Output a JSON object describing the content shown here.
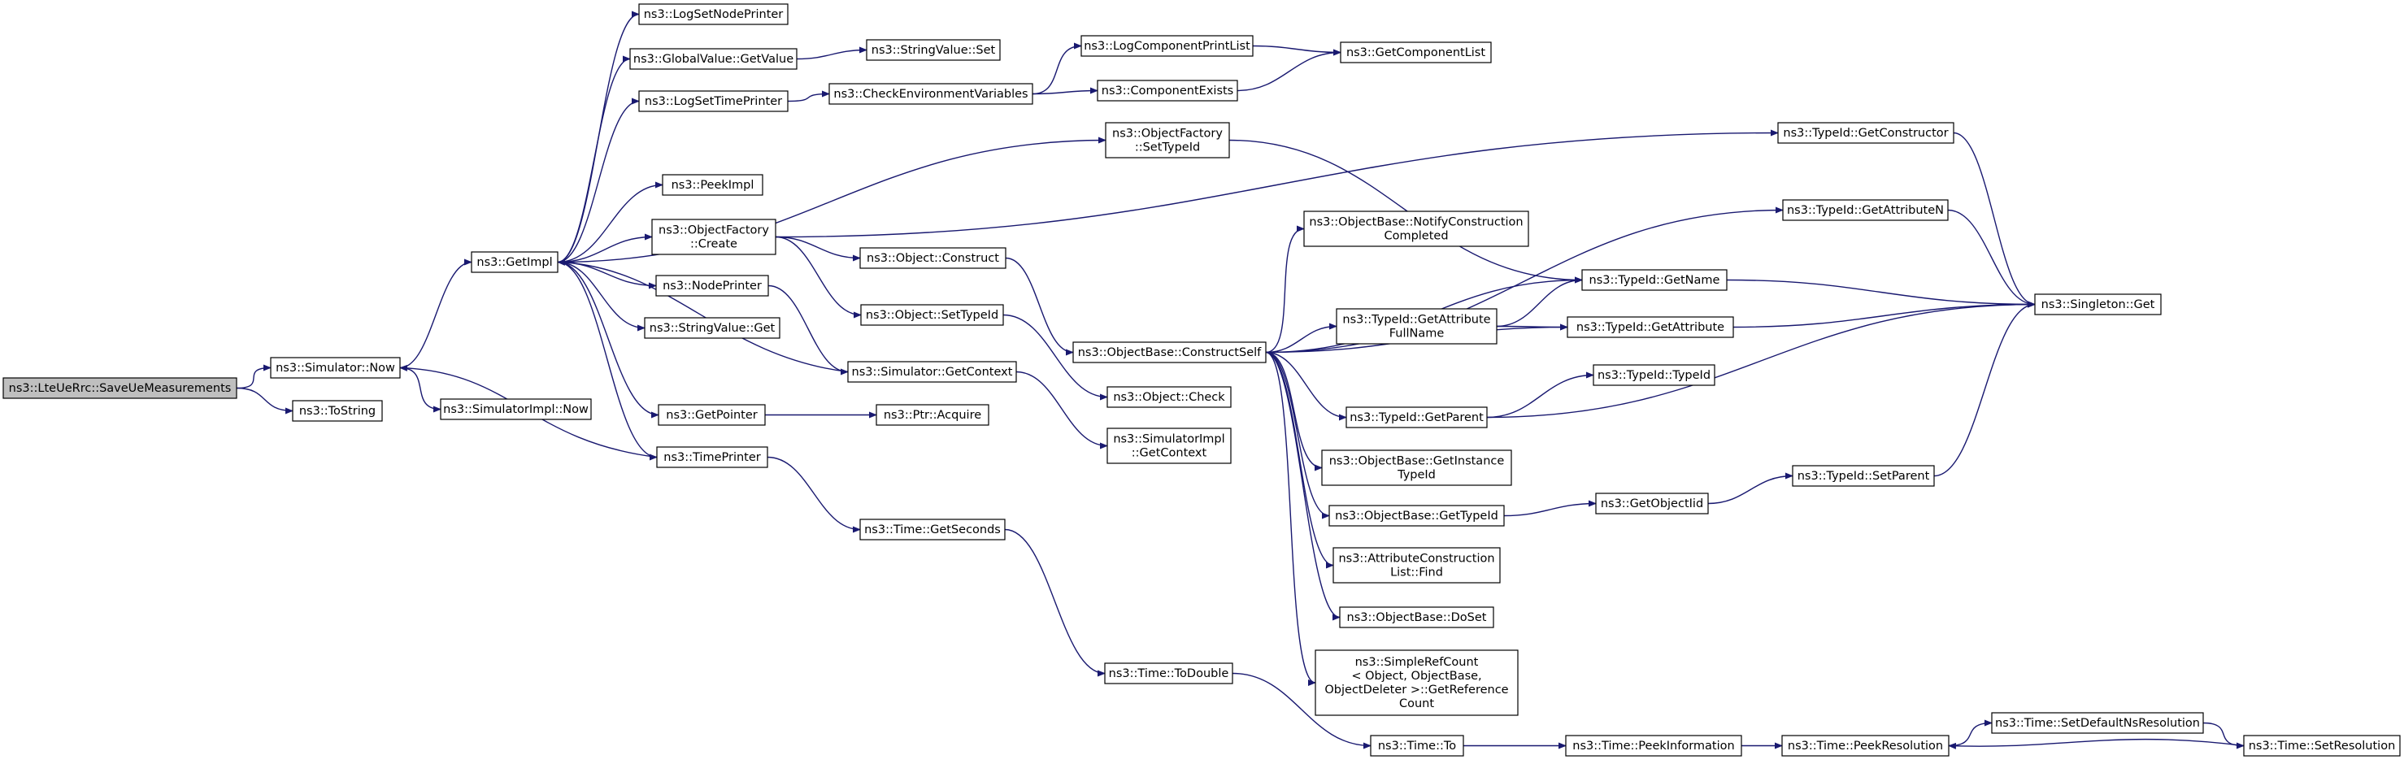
{
  "colors": {
    "edge": "#191970",
    "node_border": "#000000",
    "node_fill": "#ffffff",
    "root_fill": "#bfbfbf",
    "background": "#ffffff"
  },
  "nodes": [
    {
      "id": "saveue",
      "lines": [
        "ns3::LteUeRrc::SaveUeMeasurements"
      ],
      "root": true
    },
    {
      "id": "simnow",
      "lines": [
        "ns3::Simulator::Now"
      ]
    },
    {
      "id": "tostring",
      "lines": [
        "ns3::ToString"
      ]
    },
    {
      "id": "simimplnow",
      "lines": [
        "ns3::SimulatorImpl::Now"
      ]
    },
    {
      "id": "getimpl",
      "lines": [
        "ns3::GetImpl"
      ]
    },
    {
      "id": "logsetnode",
      "lines": [
        "ns3::LogSetNodePrinter"
      ]
    },
    {
      "id": "gvgetvalue",
      "lines": [
        "ns3::GlobalValue::GetValue"
      ]
    },
    {
      "id": "logsettime",
      "lines": [
        "ns3::LogSetTimePrinter"
      ]
    },
    {
      "id": "peekimpl",
      "lines": [
        "ns3::PeekImpl"
      ]
    },
    {
      "id": "ofcreate",
      "lines": [
        "ns3::ObjectFactory",
        "::Create"
      ]
    },
    {
      "id": "nodeprinter",
      "lines": [
        "ns3::NodePrinter"
      ]
    },
    {
      "id": "svget",
      "lines": [
        "ns3::StringValue::Get"
      ]
    },
    {
      "id": "getpointer",
      "lines": [
        "ns3::GetPointer"
      ]
    },
    {
      "id": "timeprinter",
      "lines": [
        "ns3::TimePrinter"
      ]
    },
    {
      "id": "svset",
      "lines": [
        "ns3::StringValue::Set"
      ]
    },
    {
      "id": "checkenv",
      "lines": [
        "ns3::CheckEnvironmentVariables"
      ]
    },
    {
      "id": "logcpl",
      "lines": [
        "ns3::LogComponentPrintList"
      ]
    },
    {
      "id": "compexists",
      "lines": [
        "ns3::ComponentExists"
      ]
    },
    {
      "id": "getcomplist",
      "lines": [
        "ns3::GetComponentList"
      ]
    },
    {
      "id": "ofsettypeid",
      "lines": [
        "ns3::ObjectFactory",
        "::SetTypeId"
      ]
    },
    {
      "id": "objconstruct",
      "lines": [
        "ns3::Object::Construct"
      ]
    },
    {
      "id": "objsettypeid",
      "lines": [
        "ns3::Object::SetTypeId"
      ]
    },
    {
      "id": "simgetctx",
      "lines": [
        "ns3::Simulator::GetContext"
      ]
    },
    {
      "id": "ptracquire",
      "lines": [
        "ns3::Ptr::Acquire"
      ]
    },
    {
      "id": "timegetsec",
      "lines": [
        "ns3::Time::GetSeconds"
      ]
    },
    {
      "id": "constructself",
      "lines": [
        "ns3::ObjectBase::ConstructSelf"
      ]
    },
    {
      "id": "objcheck",
      "lines": [
        "ns3::Object::Check"
      ]
    },
    {
      "id": "simimplgetctx",
      "lines": [
        "ns3::SimulatorImpl",
        "::GetContext"
      ]
    },
    {
      "id": "timetodouble",
      "lines": [
        "ns3::Time::ToDouble"
      ]
    },
    {
      "id": "notifyconst",
      "lines": [
        "ns3::ObjectBase::NotifyConstruction",
        "Completed"
      ]
    },
    {
      "id": "tidgetattrfull",
      "lines": [
        "ns3::TypeId::GetAttribute",
        "FullName"
      ]
    },
    {
      "id": "tidgetparent",
      "lines": [
        "ns3::TypeId::GetParent"
      ]
    },
    {
      "id": "getinsttid",
      "lines": [
        "ns3::ObjectBase::GetInstance",
        "TypeId"
      ]
    },
    {
      "id": "obgettid",
      "lines": [
        "ns3::ObjectBase::GetTypeId"
      ]
    },
    {
      "id": "acfind",
      "lines": [
        "ns3::AttributeConstruction",
        "List::Find"
      ]
    },
    {
      "id": "obdoset",
      "lines": [
        "ns3::ObjectBase::DoSet"
      ]
    },
    {
      "id": "srcgetref",
      "lines": [
        "ns3::SimpleRefCount",
        "< Object, ObjectBase,",
        " ObjectDeleter >::GetReference",
        "Count"
      ]
    },
    {
      "id": "tidgetname",
      "lines": [
        "ns3::TypeId::GetName"
      ]
    },
    {
      "id": "tidgetattr",
      "lines": [
        "ns3::TypeId::GetAttribute"
      ]
    },
    {
      "id": "tidtypeid",
      "lines": [
        "ns3::TypeId::TypeId"
      ]
    },
    {
      "id": "getobjectiid",
      "lines": [
        "ns3::GetObjectIid"
      ]
    },
    {
      "id": "tidsetparent",
      "lines": [
        "ns3::TypeId::SetParent"
      ]
    },
    {
      "id": "timeto",
      "lines": [
        "ns3::Time::To"
      ]
    },
    {
      "id": "timepeekinfo",
      "lines": [
        "ns3::Time::PeekInformation"
      ]
    },
    {
      "id": "timepeekres",
      "lines": [
        "ns3::Time::PeekResolution"
      ]
    },
    {
      "id": "timesetdefns",
      "lines": [
        "ns3::Time::SetDefaultNsResolution"
      ]
    },
    {
      "id": "timesetres",
      "lines": [
        "ns3::Time::SetResolution"
      ]
    },
    {
      "id": "tidgetctor",
      "lines": [
        "ns3::TypeId::GetConstructor"
      ]
    },
    {
      "id": "tidgetattrn",
      "lines": [
        "ns3::TypeId::GetAttributeN"
      ]
    },
    {
      "id": "singletonget",
      "lines": [
        "ns3::Singleton::Get"
      ]
    }
  ]
}
